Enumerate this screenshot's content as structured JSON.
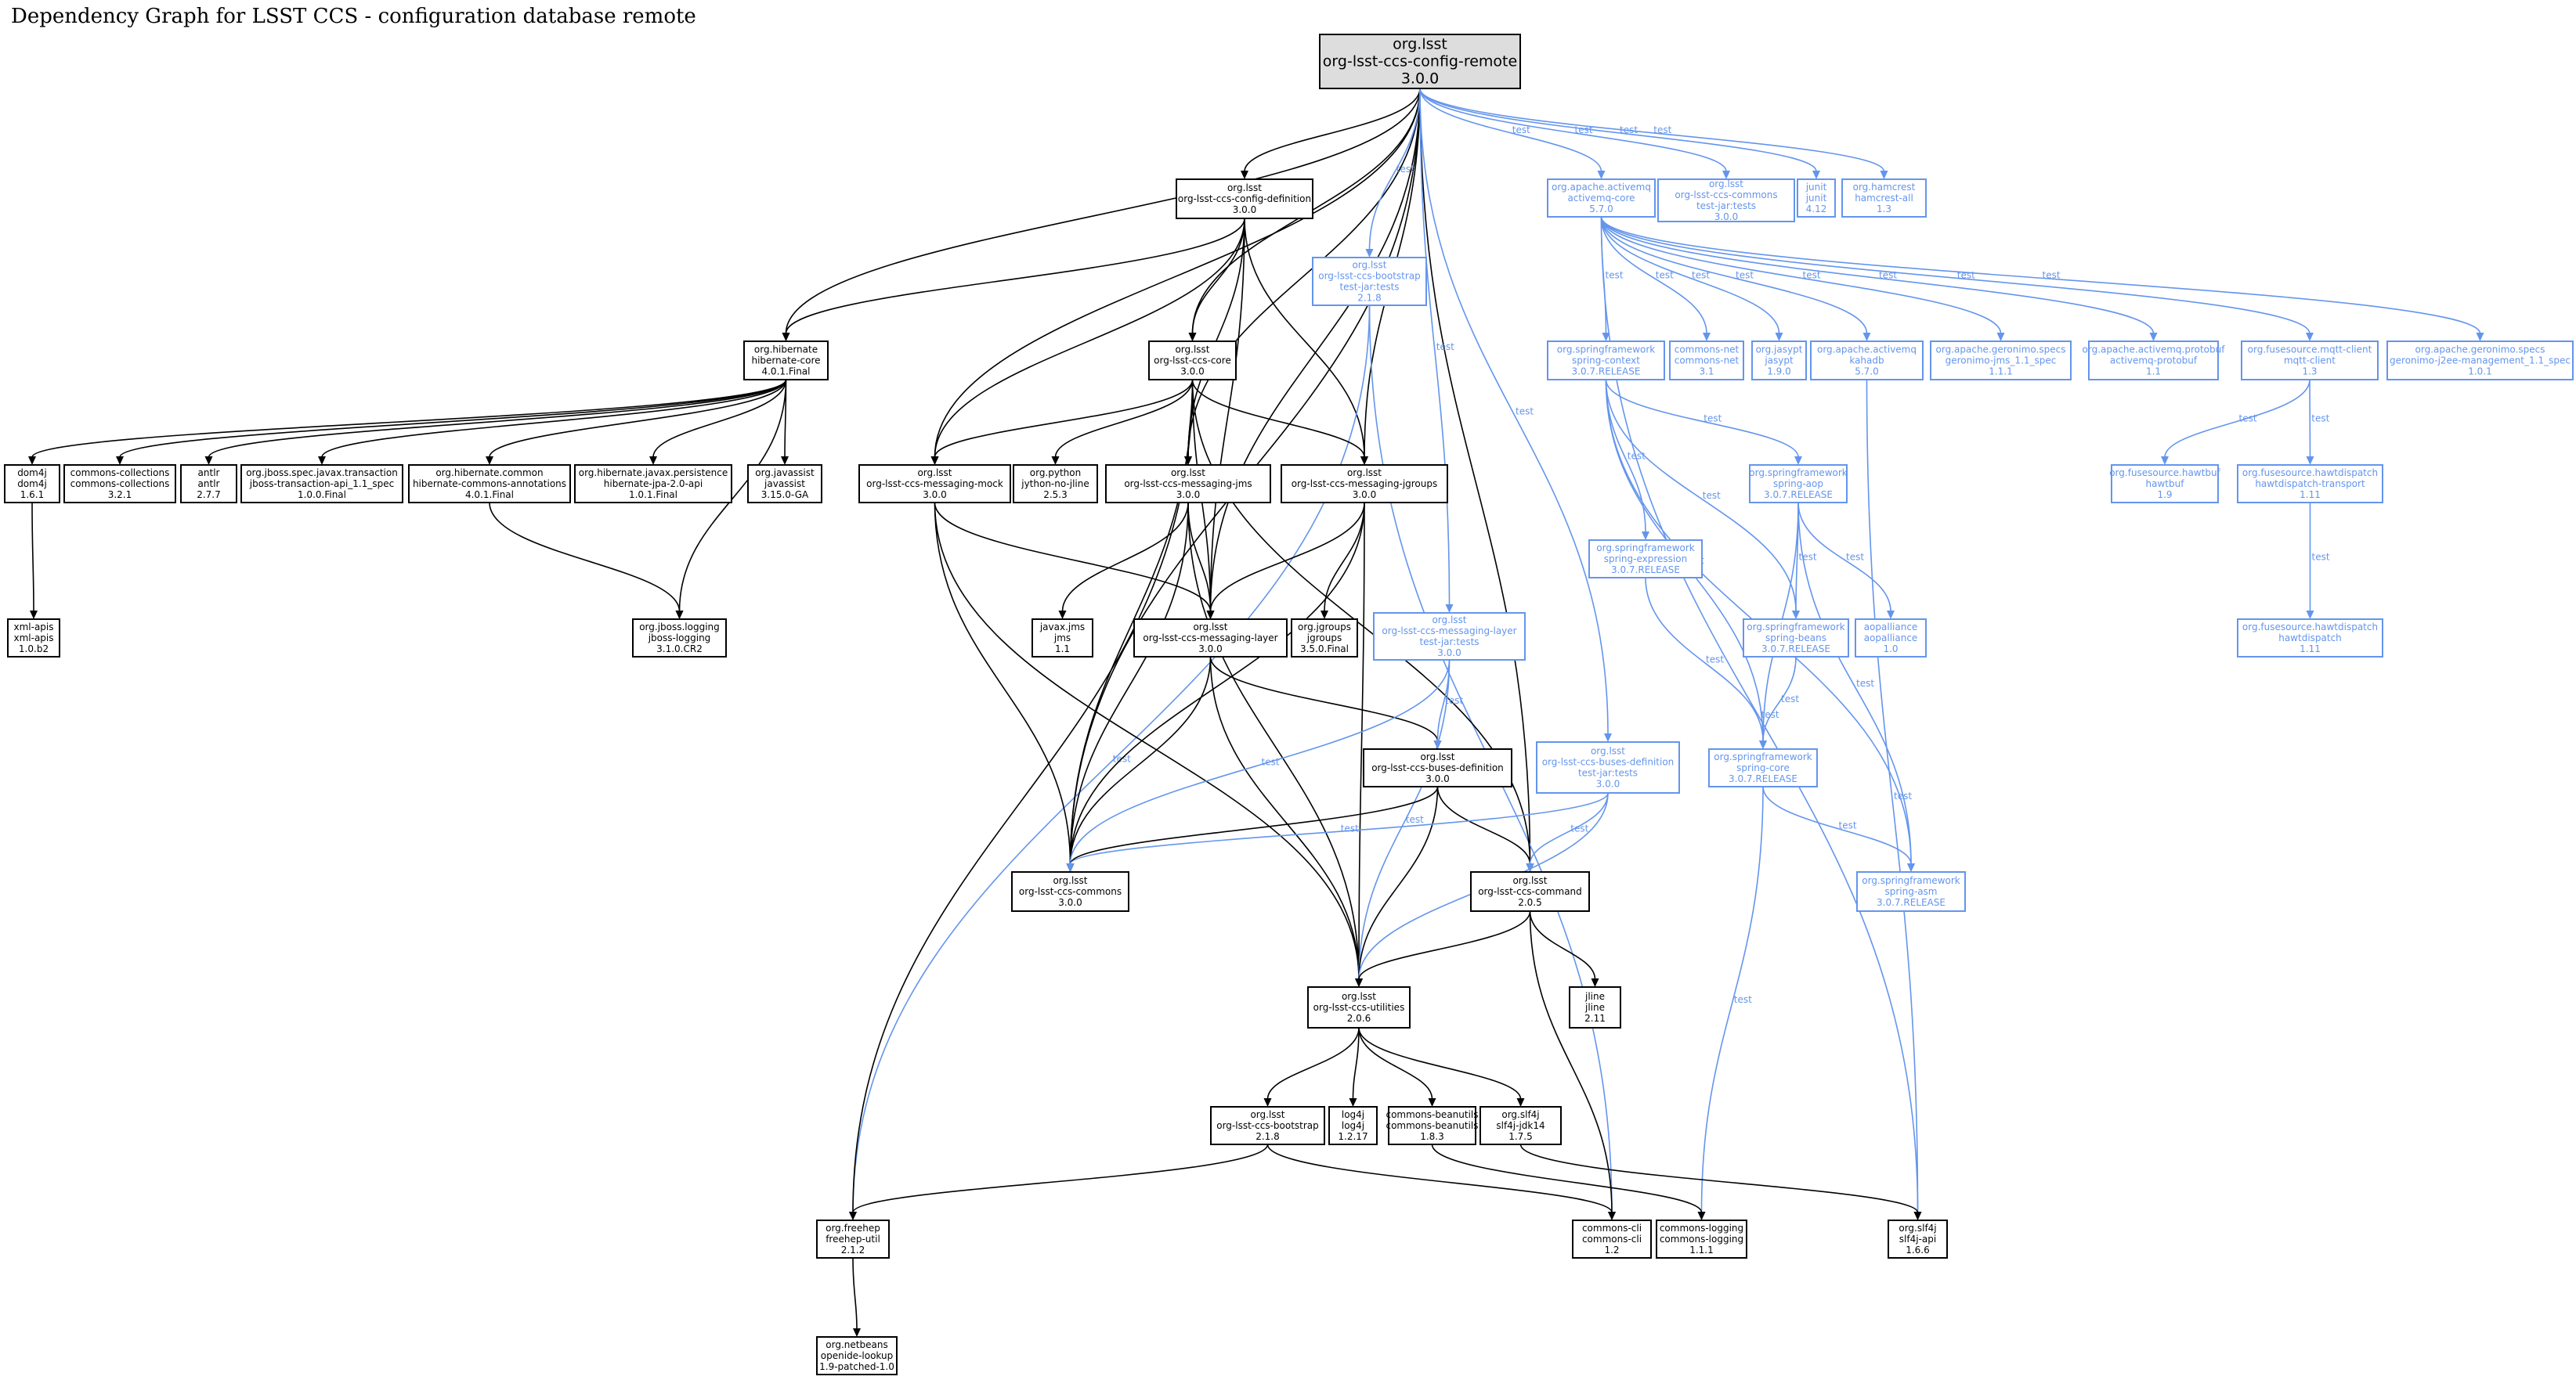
{
  "title": "Dependency Graph for LSST CCS - configuration database remote",
  "colors": {
    "compile": "#000000",
    "test": "#6495ed",
    "root_fill": "#dddddd",
    "node_fill": "#ffffff"
  },
  "test_label": "test",
  "nodes": [
    {
      "id": "root",
      "lines": [
        "org.lsst",
        "org-lsst-ccs-config-remote",
        "3.0.0"
      ],
      "kind": "root"
    },
    {
      "id": "config-definition",
      "lines": [
        "org.lsst",
        "org-lsst-ccs-config-definition",
        "3.0.0"
      ],
      "kind": "compile"
    },
    {
      "id": "bootstrap-tests",
      "lines": [
        "org.lsst",
        "org-lsst-ccs-bootstrap",
        "test-jar:tests",
        "2.1.8"
      ],
      "kind": "test"
    },
    {
      "id": "activemq-core",
      "lines": [
        "org.apache.activemq",
        "activemq-core",
        "5.7.0"
      ],
      "kind": "test"
    },
    {
      "id": "commons-tests",
      "lines": [
        "org.lsst",
        "org-lsst-ccs-commons",
        "test-jar:tests",
        "3.0.0"
      ],
      "kind": "test"
    },
    {
      "id": "junit",
      "lines": [
        "junit",
        "junit",
        "4.12"
      ],
      "kind": "test"
    },
    {
      "id": "hamcrest",
      "lines": [
        "org.hamcrest",
        "hamcrest-all",
        "1.3"
      ],
      "kind": "test"
    },
    {
      "id": "hibernate-core",
      "lines": [
        "org.hibernate",
        "hibernate-core",
        "4.0.1.Final"
      ],
      "kind": "compile"
    },
    {
      "id": "core",
      "lines": [
        "org.lsst",
        "org-lsst-ccs-core",
        "3.0.0"
      ],
      "kind": "compile"
    },
    {
      "id": "spring-context",
      "lines": [
        "org.springframework",
        "spring-context",
        "3.0.7.RELEASE"
      ],
      "kind": "test"
    },
    {
      "id": "commons-net",
      "lines": [
        "commons-net",
        "commons-net",
        "3.1"
      ],
      "kind": "test"
    },
    {
      "id": "jasypt",
      "lines": [
        "org.jasypt",
        "jasypt",
        "1.9.0"
      ],
      "kind": "test"
    },
    {
      "id": "kahadb",
      "lines": [
        "org.apache.activemq",
        "kahadb",
        "5.7.0"
      ],
      "kind": "test"
    },
    {
      "id": "geronimo-jms",
      "lines": [
        "org.apache.geronimo.specs",
        "geronimo-jms_1.1_spec",
        "1.1.1"
      ],
      "kind": "test"
    },
    {
      "id": "activemq-protobuf",
      "lines": [
        "org.apache.activemq.protobuf",
        "activemq-protobuf",
        "1.1"
      ],
      "kind": "test"
    },
    {
      "id": "mqtt-client",
      "lines": [
        "org.fusesource.mqtt-client",
        "mqtt-client",
        "1.3"
      ],
      "kind": "test"
    },
    {
      "id": "geronimo-j2ee",
      "lines": [
        "org.apache.geronimo.specs",
        "geronimo-j2ee-management_1.1_spec",
        "1.0.1"
      ],
      "kind": "test"
    },
    {
      "id": "dom4j",
      "lines": [
        "dom4j",
        "dom4j",
        "1.6.1"
      ],
      "kind": "compile"
    },
    {
      "id": "commons-collections",
      "lines": [
        "commons-collections",
        "commons-collections",
        "3.2.1"
      ],
      "kind": "compile"
    },
    {
      "id": "antlr",
      "lines": [
        "antlr",
        "antlr",
        "2.7.7"
      ],
      "kind": "compile"
    },
    {
      "id": "jboss-tx",
      "lines": [
        "org.jboss.spec.javax.transaction",
        "jboss-transaction-api_1.1_spec",
        "1.0.0.Final"
      ],
      "kind": "compile"
    },
    {
      "id": "hibernate-annotations",
      "lines": [
        "org.hibernate.common",
        "hibernate-commons-annotations",
        "4.0.1.Final"
      ],
      "kind": "compile"
    },
    {
      "id": "hibernate-jpa",
      "lines": [
        "org.hibernate.javax.persistence",
        "hibernate-jpa-2.0-api",
        "1.0.1.Final"
      ],
      "kind": "compile"
    },
    {
      "id": "javassist",
      "lines": [
        "org.javassist",
        "javassist",
        "3.15.0-GA"
      ],
      "kind": "compile"
    },
    {
      "id": "messaging-mock",
      "lines": [
        "org.lsst",
        "org-lsst-ccs-messaging-mock",
        "3.0.0"
      ],
      "kind": "compile"
    },
    {
      "id": "jython",
      "lines": [
        "org.python",
        "jython-no-jline",
        "2.5.3"
      ],
      "kind": "compile"
    },
    {
      "id": "messaging-jms",
      "lines": [
        "org.lsst",
        "org-lsst-ccs-messaging-jms",
        "3.0.0"
      ],
      "kind": "compile"
    },
    {
      "id": "messaging-jgroups",
      "lines": [
        "org.lsst",
        "org-lsst-ccs-messaging-jgroups",
        "3.0.0"
      ],
      "kind": "compile"
    },
    {
      "id": "spring-aop",
      "lines": [
        "org.springframework",
        "spring-aop",
        "3.0.7.RELEASE"
      ],
      "kind": "test"
    },
    {
      "id": "hawtbuf",
      "lines": [
        "org.fusesource.hawtbuf",
        "hawtbuf",
        "1.9"
      ],
      "kind": "test"
    },
    {
      "id": "hawtdispatch-transport",
      "lines": [
        "org.fusesource.hawtdispatch",
        "hawtdispatch-transport",
        "1.11"
      ],
      "kind": "test"
    },
    {
      "id": "xml-apis",
      "lines": [
        "xml-apis",
        "xml-apis",
        "1.0.b2"
      ],
      "kind": "compile"
    },
    {
      "id": "jboss-logging",
      "lines": [
        "org.jboss.logging",
        "jboss-logging",
        "3.1.0.CR2"
      ],
      "kind": "compile"
    },
    {
      "id": "spring-expression",
      "lines": [
        "org.springframework",
        "spring-expression",
        "3.0.7.RELEASE"
      ],
      "kind": "test"
    },
    {
      "id": "javax-jms",
      "lines": [
        "javax.jms",
        "jms",
        "1.1"
      ],
      "kind": "compile"
    },
    {
      "id": "messaging-layer",
      "lines": [
        "org.lsst",
        "org-lsst-ccs-messaging-layer",
        "3.0.0"
      ],
      "kind": "compile"
    },
    {
      "id": "jgroups",
      "lines": [
        "org.jgroups",
        "jgroups",
        "3.5.0.Final"
      ],
      "kind": "compile"
    },
    {
      "id": "messaging-layer-tests",
      "lines": [
        "org.lsst",
        "org-lsst-ccs-messaging-layer",
        "test-jar:tests",
        "3.0.0"
      ],
      "kind": "test"
    },
    {
      "id": "spring-beans",
      "lines": [
        "org.springframework",
        "spring-beans",
        "3.0.7.RELEASE"
      ],
      "kind": "test"
    },
    {
      "id": "aopalliance",
      "lines": [
        "aopalliance",
        "aopalliance",
        "1.0"
      ],
      "kind": "test"
    },
    {
      "id": "hawtdispatch",
      "lines": [
        "org.fusesource.hawtdispatch",
        "hawtdispatch",
        "1.11"
      ],
      "kind": "test"
    },
    {
      "id": "buses-definition",
      "lines": [
        "org.lsst",
        "org-lsst-ccs-buses-definition",
        "3.0.0"
      ],
      "kind": "compile"
    },
    {
      "id": "buses-definition-tests",
      "lines": [
        "org.lsst",
        "org-lsst-ccs-buses-definition",
        "test-jar:tests",
        "3.0.0"
      ],
      "kind": "test"
    },
    {
      "id": "spring-core",
      "lines": [
        "org.springframework",
        "spring-core",
        "3.0.7.RELEASE"
      ],
      "kind": "test"
    },
    {
      "id": "commons",
      "lines": [
        "org.lsst",
        "org-lsst-ccs-commons",
        "3.0.0"
      ],
      "kind": "compile"
    },
    {
      "id": "command",
      "lines": [
        "org.lsst",
        "org-lsst-ccs-command",
        "2.0.5"
      ],
      "kind": "compile"
    },
    {
      "id": "spring-asm",
      "lines": [
        "org.springframework",
        "spring-asm",
        "3.0.7.RELEASE"
      ],
      "kind": "test"
    },
    {
      "id": "utilities",
      "lines": [
        "org.lsst",
        "org-lsst-ccs-utilities",
        "2.0.6"
      ],
      "kind": "compile"
    },
    {
      "id": "jline",
      "lines": [
        "jline",
        "jline",
        "2.11"
      ],
      "kind": "compile"
    },
    {
      "id": "bootstrap",
      "lines": [
        "org.lsst",
        "org-lsst-ccs-bootstrap",
        "2.1.8"
      ],
      "kind": "compile"
    },
    {
      "id": "log4j",
      "lines": [
        "log4j",
        "log4j",
        "1.2.17"
      ],
      "kind": "compile"
    },
    {
      "id": "commons-beanutils",
      "lines": [
        "commons-beanutils",
        "commons-beanutils",
        "1.8.3"
      ],
      "kind": "compile"
    },
    {
      "id": "slf4j-jdk14",
      "lines": [
        "org.slf4j",
        "slf4j-jdk14",
        "1.7.5"
      ],
      "kind": "compile"
    },
    {
      "id": "freehep",
      "lines": [
        "org.freehep",
        "freehep-util",
        "2.1.2"
      ],
      "kind": "compile"
    },
    {
      "id": "commons-cli",
      "lines": [
        "commons-cli",
        "commons-cli",
        "1.2"
      ],
      "kind": "compile"
    },
    {
      "id": "commons-logging",
      "lines": [
        "commons-logging",
        "commons-logging",
        "1.1.1"
      ],
      "kind": "compile"
    },
    {
      "id": "slf4j-api",
      "lines": [
        "org.slf4j",
        "slf4j-api",
        "1.6.6"
      ],
      "kind": "compile"
    },
    {
      "id": "openide-lookup",
      "lines": [
        "org.netbeans",
        "openide-lookup",
        "1.9-patched-1.0"
      ],
      "kind": "compile"
    }
  ],
  "edges": [
    {
      "from": "root",
      "to": "config-definition",
      "test": false
    },
    {
      "from": "root",
      "to": "hibernate-core",
      "test": false
    },
    {
      "from": "root",
      "to": "core",
      "test": false
    },
    {
      "from": "root",
      "to": "messaging-mock",
      "test": false
    },
    {
      "from": "root",
      "to": "messaging-jms",
      "test": false
    },
    {
      "from": "root",
      "to": "messaging-jgroups",
      "test": false
    },
    {
      "from": "root",
      "to": "messaging-layer",
      "test": false
    },
    {
      "from": "root",
      "to": "commons",
      "test": false
    },
    {
      "from": "root",
      "to": "command",
      "test": false
    },
    {
      "from": "root",
      "to": "bootstrap-tests",
      "test": true
    },
    {
      "from": "root",
      "to": "activemq-core",
      "test": true
    },
    {
      "from": "root",
      "to": "commons-tests",
      "test": true
    },
    {
      "from": "root",
      "to": "junit",
      "test": true
    },
    {
      "from": "root",
      "to": "hamcrest",
      "test": true
    },
    {
      "from": "root",
      "to": "messaging-layer-tests",
      "test": true
    },
    {
      "from": "root",
      "to": "buses-definition-tests",
      "test": true
    },
    {
      "from": "config-definition",
      "to": "hibernate-core",
      "test": false
    },
    {
      "from": "config-definition",
      "to": "core",
      "test": false
    },
    {
      "from": "config-definition",
      "to": "messaging-mock",
      "test": false
    },
    {
      "from": "config-definition",
      "to": "messaging-jms",
      "test": false
    },
    {
      "from": "config-definition",
      "to": "messaging-jgroups",
      "test": false
    },
    {
      "from": "config-definition",
      "to": "messaging-layer",
      "test": false
    },
    {
      "from": "bootstrap-tests",
      "to": "freehep",
      "test": true
    },
    {
      "from": "bootstrap-tests",
      "to": "commons-cli",
      "test": true
    },
    {
      "from": "activemq-core",
      "to": "spring-context",
      "test": true
    },
    {
      "from": "activemq-core",
      "to": "commons-net",
      "test": true
    },
    {
      "from": "activemq-core",
      "to": "jasypt",
      "test": true
    },
    {
      "from": "activemq-core",
      "to": "kahadb",
      "test": true
    },
    {
      "from": "activemq-core",
      "to": "geronimo-jms",
      "test": true
    },
    {
      "from": "activemq-core",
      "to": "activemq-protobuf",
      "test": true
    },
    {
      "from": "activemq-core",
      "to": "mqtt-client",
      "test": true
    },
    {
      "from": "activemq-core",
      "to": "geronimo-j2ee",
      "test": true
    },
    {
      "from": "activemq-core",
      "to": "slf4j-api",
      "test": true
    },
    {
      "from": "hibernate-core",
      "to": "dom4j",
      "test": false
    },
    {
      "from": "hibernate-core",
      "to": "commons-collections",
      "test": false
    },
    {
      "from": "hibernate-core",
      "to": "antlr",
      "test": false
    },
    {
      "from": "hibernate-core",
      "to": "jboss-tx",
      "test": false
    },
    {
      "from": "hibernate-core",
      "to": "hibernate-annotations",
      "test": false
    },
    {
      "from": "hibernate-core",
      "to": "hibernate-jpa",
      "test": false
    },
    {
      "from": "hibernate-core",
      "to": "javassist",
      "test": false
    },
    {
      "from": "hibernate-core",
      "to": "jboss-logging",
      "test": false
    },
    {
      "from": "hibernate-annotations",
      "to": "jboss-logging",
      "test": false
    },
    {
      "from": "dom4j",
      "to": "xml-apis",
      "test": false
    },
    {
      "from": "core",
      "to": "messaging-mock",
      "test": false
    },
    {
      "from": "core",
      "to": "jython",
      "test": false
    },
    {
      "from": "core",
      "to": "messaging-jms",
      "test": false
    },
    {
      "from": "core",
      "to": "messaging-jgroups",
      "test": false
    },
    {
      "from": "core",
      "to": "messaging-layer",
      "test": false
    },
    {
      "from": "core",
      "to": "commons",
      "test": false
    },
    {
      "from": "core",
      "to": "command",
      "test": false
    },
    {
      "from": "core",
      "to": "freehep",
      "test": false
    },
    {
      "from": "messaging-mock",
      "to": "messaging-layer",
      "test": false
    },
    {
      "from": "messaging-mock",
      "to": "commons",
      "test": false
    },
    {
      "from": "messaging-mock",
      "to": "utilities",
      "test": false
    },
    {
      "from": "messaging-jms",
      "to": "javax-jms",
      "test": false
    },
    {
      "from": "messaging-jms",
      "to": "messaging-layer",
      "test": false
    },
    {
      "from": "messaging-jms",
      "to": "commons",
      "test": false
    },
    {
      "from": "messaging-jms",
      "to": "utilities",
      "test": false
    },
    {
      "from": "messaging-jgroups",
      "to": "messaging-layer",
      "test": false
    },
    {
      "from": "messaging-jgroups",
      "to": "jgroups",
      "test": false
    },
    {
      "from": "messaging-jgroups",
      "to": "commons",
      "test": false
    },
    {
      "from": "messaging-jgroups",
      "to": "utilities",
      "test": false
    },
    {
      "from": "messaging-layer",
      "to": "buses-definition",
      "test": false
    },
    {
      "from": "messaging-layer",
      "to": "commons",
      "test": false
    },
    {
      "from": "messaging-layer",
      "to": "utilities",
      "test": false
    },
    {
      "from": "messaging-layer-tests",
      "to": "buses-definition",
      "test": true
    },
    {
      "from": "messaging-layer-tests",
      "to": "commons",
      "test": true
    },
    {
      "from": "messaging-layer-tests",
      "to": "utilities",
      "test": true
    },
    {
      "from": "buses-definition",
      "to": "commons",
      "test": false
    },
    {
      "from": "buses-definition",
      "to": "command",
      "test": false
    },
    {
      "from": "buses-definition",
      "to": "utilities",
      "test": false
    },
    {
      "from": "buses-definition-tests",
      "to": "commons",
      "test": true
    },
    {
      "from": "buses-definition-tests",
      "to": "command",
      "test": true
    },
    {
      "from": "buses-definition-tests",
      "to": "utilities",
      "test": true
    },
    {
      "from": "spring-context",
      "to": "spring-aop",
      "test": true
    },
    {
      "from": "spring-context",
      "to": "spring-expression",
      "test": true
    },
    {
      "from": "spring-context",
      "to": "spring-beans",
      "test": true
    },
    {
      "from": "spring-context",
      "to": "spring-core",
      "test": true
    },
    {
      "from": "spring-context",
      "to": "spring-asm",
      "test": true
    },
    {
      "from": "spring-aop",
      "to": "spring-beans",
      "test": true
    },
    {
      "from": "spring-aop",
      "to": "aopalliance",
      "test": true
    },
    {
      "from": "spring-aop",
      "to": "spring-core",
      "test": true
    },
    {
      "from": "spring-aop",
      "to": "spring-asm",
      "test": true
    },
    {
      "from": "spring-expression",
      "to": "spring-core",
      "test": true
    },
    {
      "from": "spring-beans",
      "to": "spring-core",
      "test": true
    },
    {
      "from": "spring-core",
      "to": "spring-asm",
      "test": true
    },
    {
      "from": "spring-core",
      "to": "commons-logging",
      "test": true
    },
    {
      "from": "kahadb",
      "to": "slf4j-api",
      "test": true
    },
    {
      "from": "mqtt-client",
      "to": "hawtbuf",
      "test": true
    },
    {
      "from": "mqtt-client",
      "to": "hawtdispatch-transport",
      "test": true
    },
    {
      "from": "hawtdispatch-transport",
      "to": "hawtdispatch",
      "test": true
    },
    {
      "from": "command",
      "to": "utilities",
      "test": false
    },
    {
      "from": "command",
      "to": "jline",
      "test": false
    },
    {
      "from": "command",
      "to": "commons-cli",
      "test": false
    },
    {
      "from": "utilities",
      "to": "bootstrap",
      "test": false
    },
    {
      "from": "utilities",
      "to": "log4j",
      "test": false
    },
    {
      "from": "utilities",
      "to": "commons-beanutils",
      "test": false
    },
    {
      "from": "utilities",
      "to": "slf4j-jdk14",
      "test": false
    },
    {
      "from": "bootstrap",
      "to": "freehep",
      "test": false
    },
    {
      "from": "bootstrap",
      "to": "commons-cli",
      "test": false
    },
    {
      "from": "commons-beanutils",
      "to": "commons-logging",
      "test": false
    },
    {
      "from": "slf4j-jdk14",
      "to": "slf4j-api",
      "test": false
    },
    {
      "from": "freehep",
      "to": "openide-lookup",
      "test": false
    }
  ]
}
